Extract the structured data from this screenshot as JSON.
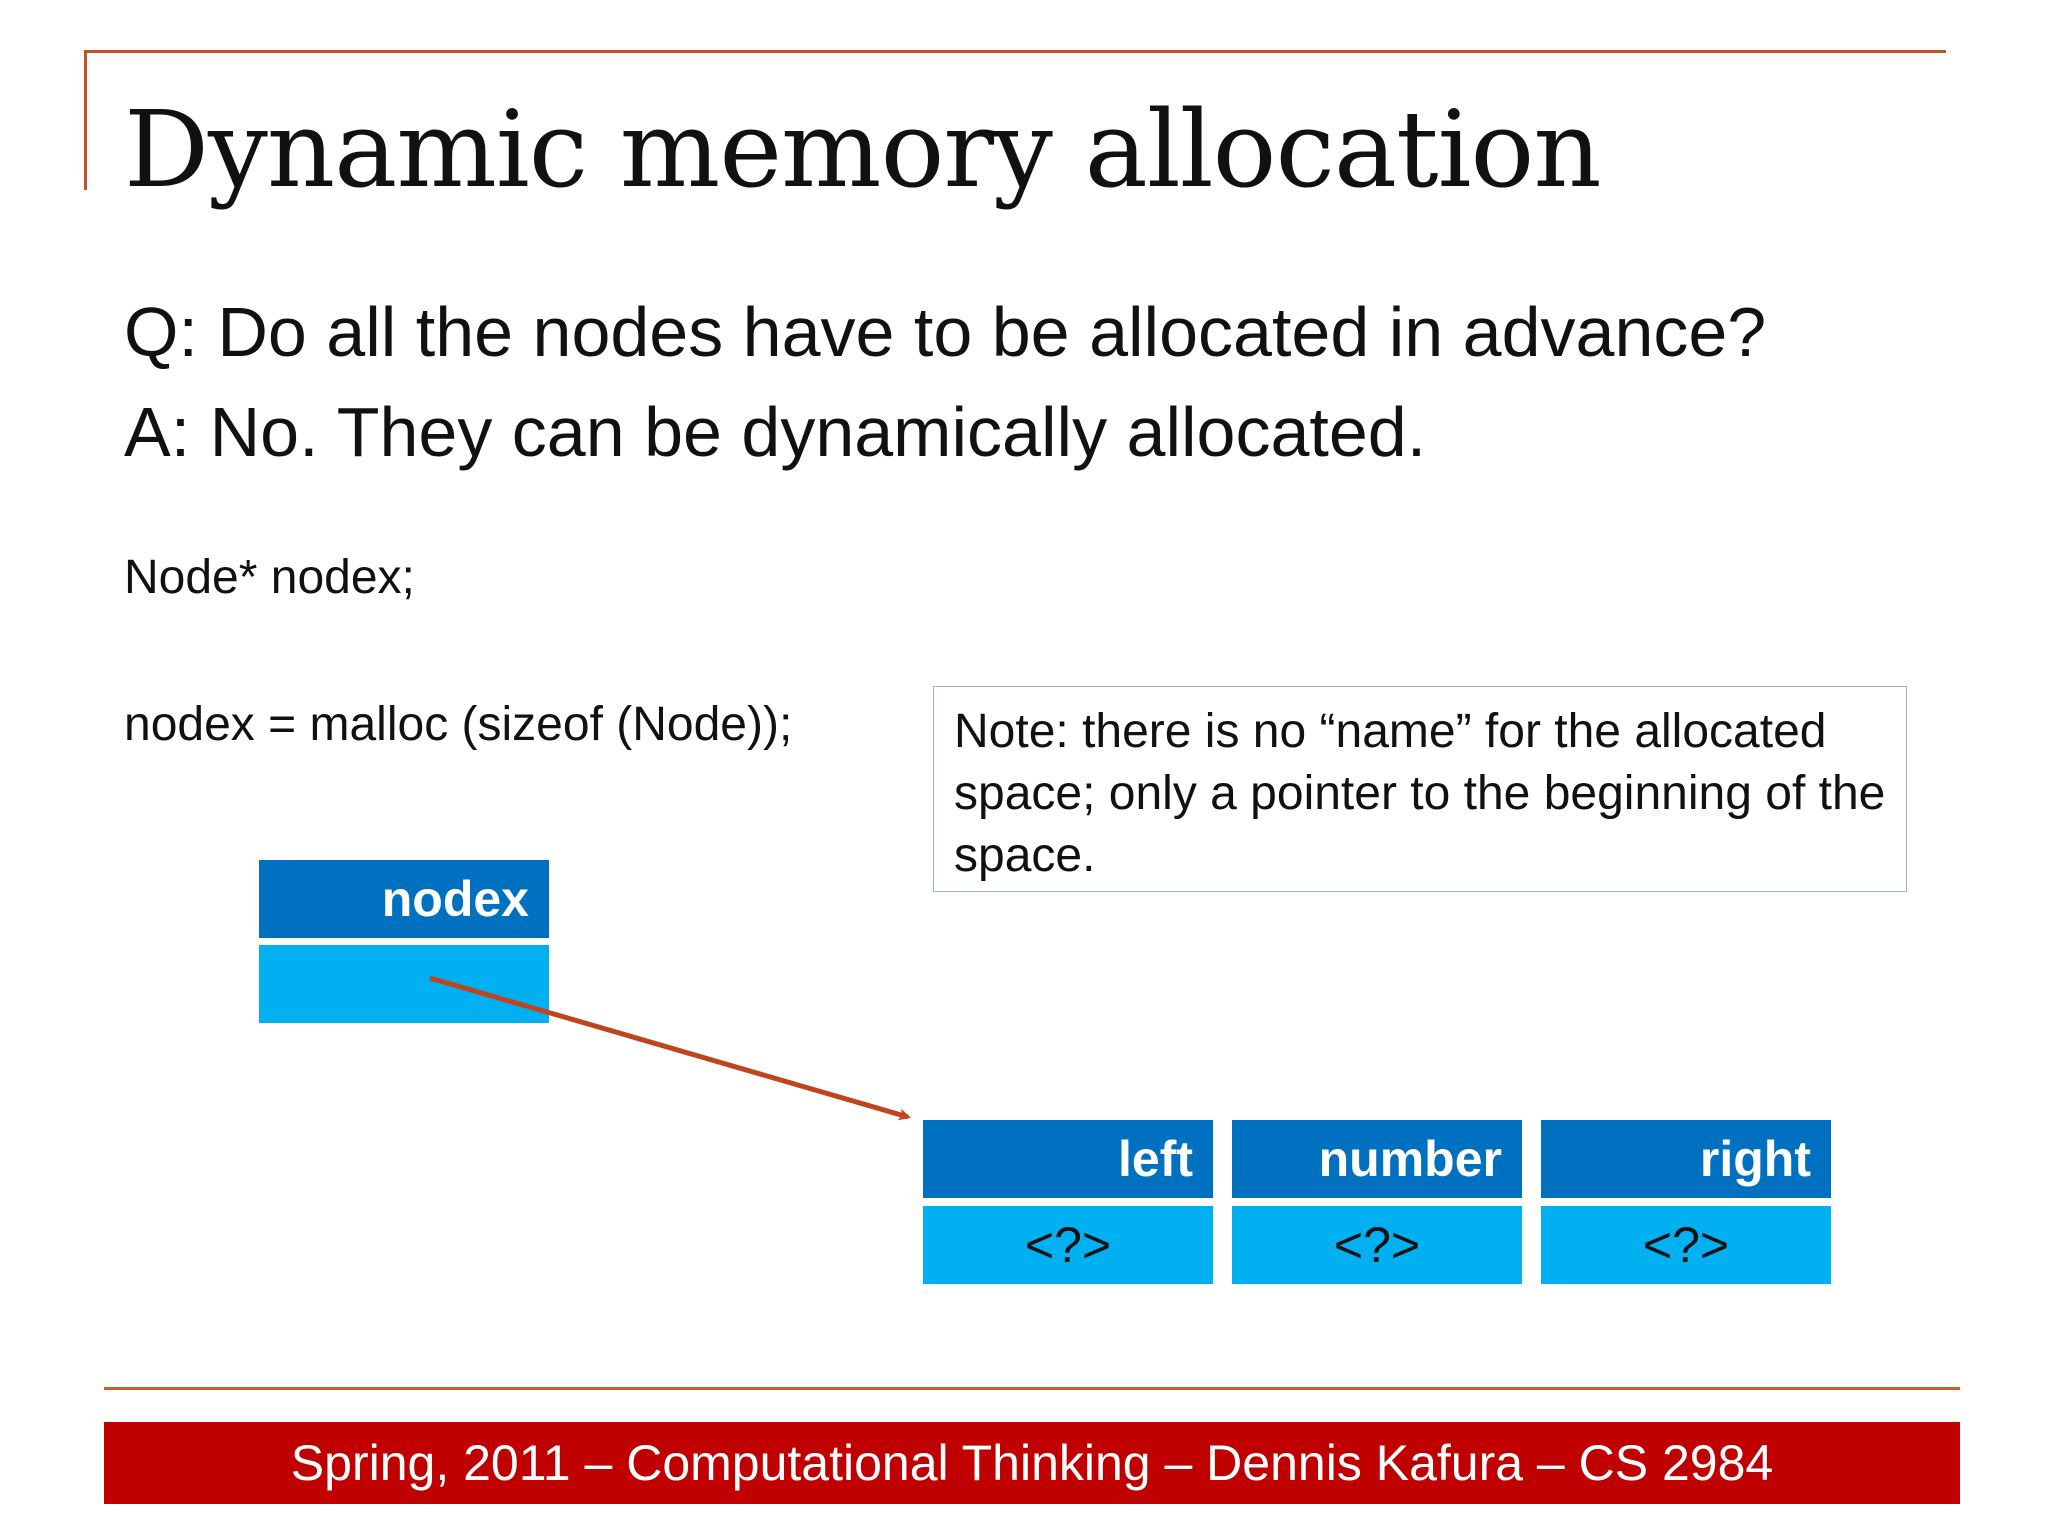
{
  "slide": {
    "title": "Dynamic memory allocation",
    "question": "Q: Do all the nodes have to be allocated in advance?",
    "answer": "A: No. They can be dynamically allocated.",
    "code_declaration": "Node* nodex;",
    "code_assignment": "nodex = malloc (sizeof (Node));",
    "note": "Note: there is no “name” for the allocated space; only a pointer to the beginning of the space.",
    "footer": "Spring, 2011 – Computational Thinking – Dennis Kafura – CS 2984"
  },
  "pointer_variable": {
    "label": "nodex",
    "value": ""
  },
  "node_fields": [
    {
      "label": "left",
      "value": "<?>"
    },
    {
      "label": "number",
      "value": "<?>"
    },
    {
      "label": "right",
      "value": "<?>"
    }
  ],
  "colors": {
    "accent_line": "#c55127",
    "header_blue": "#0070c0",
    "body_blue": "#00b0f0",
    "footer_red": "#c00000",
    "arrow": "#c0451e"
  }
}
